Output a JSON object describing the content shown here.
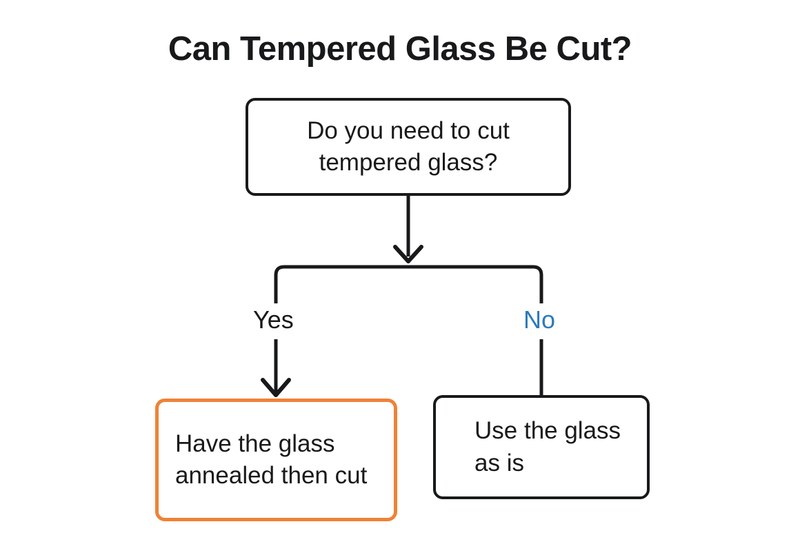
{
  "title": "Can Tempered Glass Be Cut?",
  "colors": {
    "background": "#ffffff",
    "ink": "#18191a",
    "accent_orange": "#ef8236",
    "accent_blue": "#2b7bba"
  },
  "nodes": {
    "decision": {
      "text": "Do you need to cut tempered glass?",
      "line1": "Do you need to cut",
      "line2": "tempered glass?"
    },
    "outcome_annealed": {
      "text": "Have the glass annealed then cut",
      "line1": "Have the glass",
      "line2": "annealed then",
      "line3": "cut"
    },
    "outcome_as_is": {
      "text": "Use the glass as is",
      "line1": "Use the",
      "line2": "glass as is"
    }
  },
  "branches": {
    "yes_label": "Yes",
    "no_label": "No"
  },
  "chart_data": {
    "type": "diagram",
    "title": "Can Tempered Glass Be Cut?",
    "diagram_kind": "decision-flowchart",
    "nodes": [
      {
        "id": "decision",
        "label": "Do you need to cut tempered glass?",
        "shape": "rounded-rect",
        "border": "#18191a"
      },
      {
        "id": "outcome_annealed",
        "label": "Have the glass annealed then cut",
        "shape": "rounded-rect",
        "border": "#ef8236"
      },
      {
        "id": "outcome_as_is",
        "label": "Use the glass as is",
        "shape": "rounded-rect",
        "border": "#18191a"
      }
    ],
    "edges": [
      {
        "from": "decision",
        "to": "split",
        "label": "",
        "arrow": true
      },
      {
        "from": "split",
        "to": "outcome_annealed",
        "label": "Yes",
        "arrow": true
      },
      {
        "from": "split",
        "to": "outcome_as_is",
        "label": "No",
        "arrow": false
      }
    ]
  }
}
